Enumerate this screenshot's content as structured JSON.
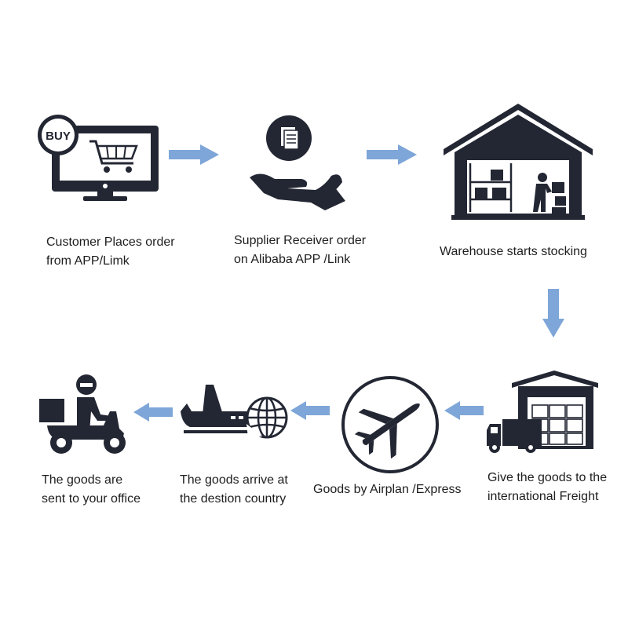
{
  "diagram": {
    "steps": [
      {
        "id": "customer",
        "lines": [
          "Customer Places order",
          "from APP/Limk"
        ],
        "badge": "BUY"
      },
      {
        "id": "supplier",
        "lines": [
          "Supplier Receiver order",
          "on Alibaba APP /Link"
        ]
      },
      {
        "id": "warehouse",
        "lines": [
          "Warehouse starts stocking"
        ]
      },
      {
        "id": "freight",
        "lines": [
          "Give the goods to the",
          "international Freight"
        ]
      },
      {
        "id": "airplane",
        "lines": [
          "Goods by Airplan /Express"
        ]
      },
      {
        "id": "arrive",
        "lines": [
          "The goods arrive at",
          " the destion country"
        ]
      },
      {
        "id": "delivery",
        "lines": [
          "The goods are",
          "sent to your office"
        ]
      }
    ],
    "colors": {
      "icon": "#232733",
      "arrow": "#7ea6d8",
      "text": "#1e1e1e"
    }
  }
}
